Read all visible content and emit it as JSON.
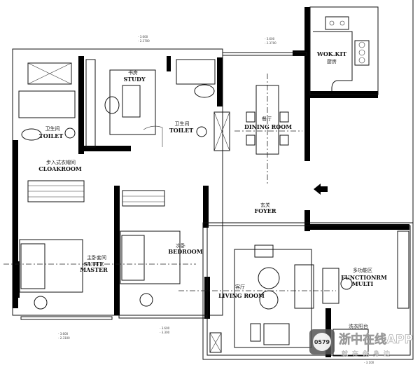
{
  "rooms": {
    "study": {
      "cn": "书房",
      "en": "STUDY"
    },
    "toilet_left": {
      "cn": "卫生间",
      "en": "TOILET"
    },
    "toilet_right": {
      "cn": "卫生间",
      "en": "TOILET"
    },
    "cloakroom": {
      "cn": "步入式衣帽间",
      "en": "CLOAKROOM"
    },
    "dining": {
      "cn": "餐厅",
      "en": "DINING ROOM"
    },
    "kitchen": {
      "cn": "厨房",
      "en": "WOK.KIT"
    },
    "foyer": {
      "cn": "玄关",
      "en": "FOYER"
    },
    "master": {
      "cn": "主卧套间",
      "en1": "SUITE",
      "en2": "MASTER"
    },
    "bedroom": {
      "cn": "次卧",
      "en": "BEDROOM"
    },
    "living": {
      "cn": "客厅",
      "en": "LIVING ROOM"
    },
    "function": {
      "cn": "多功能区",
      "en1": "FUNCTIONRM",
      "en2": "MULTI"
    },
    "laundry": {
      "cn": "洗衣阳台"
    }
  },
  "dimensions": {
    "top_left": [
      "- 3.600",
      "- 2.3700"
    ],
    "top_right": [
      "- 3.600",
      "- 2.3700"
    ],
    "bottom_left": [
      "- 3.600",
      "- 2.3100"
    ],
    "bottom_mid": [
      "- 3.600",
      "- 3.300"
    ],
    "bottom_right": [
      "- 3.100"
    ]
  },
  "watermark": {
    "logo": "0579",
    "title": "浙中在线APP",
    "subtitle": "就在你身边"
  }
}
